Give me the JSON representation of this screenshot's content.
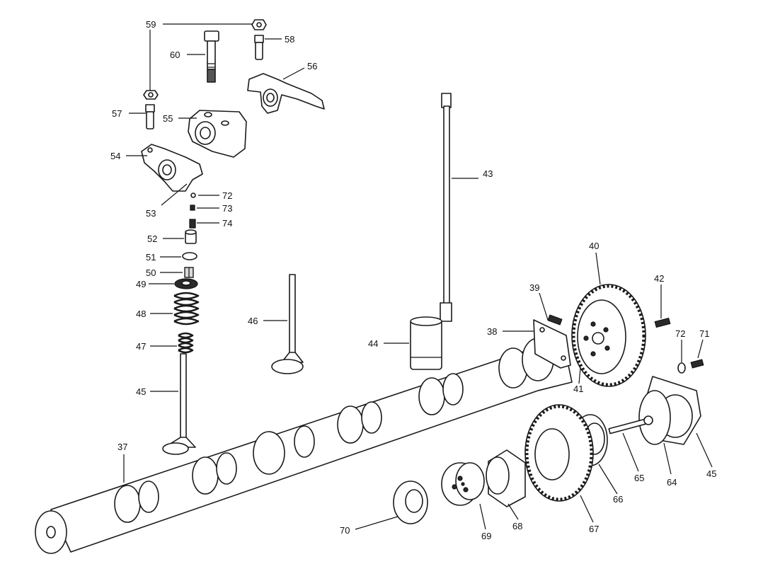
{
  "callouts": {
    "c59": "59",
    "c58": "58",
    "c60": "60",
    "c56": "56",
    "c57": "57",
    "c55": "55",
    "c54": "54",
    "c53": "53",
    "c72a": "72",
    "c73": "73",
    "c74": "74",
    "c52": "52",
    "c51": "51",
    "c50": "50",
    "c49": "49",
    "c48": "48",
    "c47": "47",
    "c45a": "45",
    "c46": "46",
    "c43": "43",
    "c44": "44",
    "c40": "40",
    "c39": "39",
    "c38": "38",
    "c41": "41",
    "c42": "42",
    "c72b": "72",
    "c71": "71",
    "c37": "37",
    "c65": "65",
    "c64": "64",
    "c45b": "45",
    "c66": "66",
    "c67": "67",
    "c68": "68",
    "c69": "69",
    "c70": "70"
  }
}
